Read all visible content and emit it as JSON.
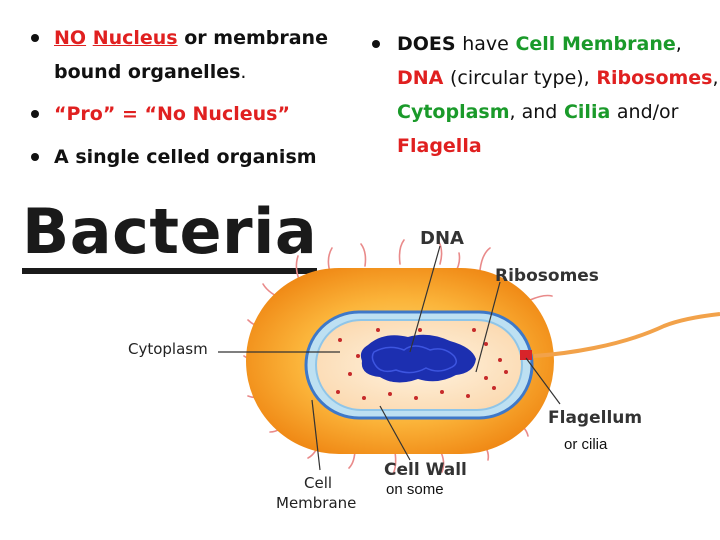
{
  "left_bullets": {
    "b1_no": "NO",
    "b1_nucleus": "Nucleus",
    "b1_rest": "or membrane",
    "b1_line2": "bound organelles",
    "b1_period": ".",
    "b2": "“Pro” = “No Nucleus”",
    "b3": "A single celled organism"
  },
  "right_bullet": {
    "does": "DOES",
    "have": "have",
    "cell_membrane": "Cell Membrane",
    "comma1": ",",
    "dna": "DNA",
    "circular": "(circular type),",
    "ribosomes": "Ribosomes",
    "comma2": ",",
    "cytoplasm": "Cytoplasm",
    "and": ",  and",
    "cilia": "Cilia",
    "andor": "and/or",
    "flagella": "Flagella"
  },
  "title": "Bacteria",
  "labels": {
    "dna": "DNA",
    "ribosomes": "Ribosomes",
    "cytoplasm": "Cytoplasm",
    "flagellum": "Flagellum",
    "cell_wall": "Cell Wall",
    "cell": "Cell",
    "membrane": "Membrane",
    "or_cilia": "or cilia",
    "on_some": "on some"
  },
  "colors": {
    "red": "#e02020",
    "green": "#1a9a2a",
    "cell_outer": "#f7a21b",
    "membrane": "#3e78c8",
    "dna": "#1c2fb0"
  }
}
